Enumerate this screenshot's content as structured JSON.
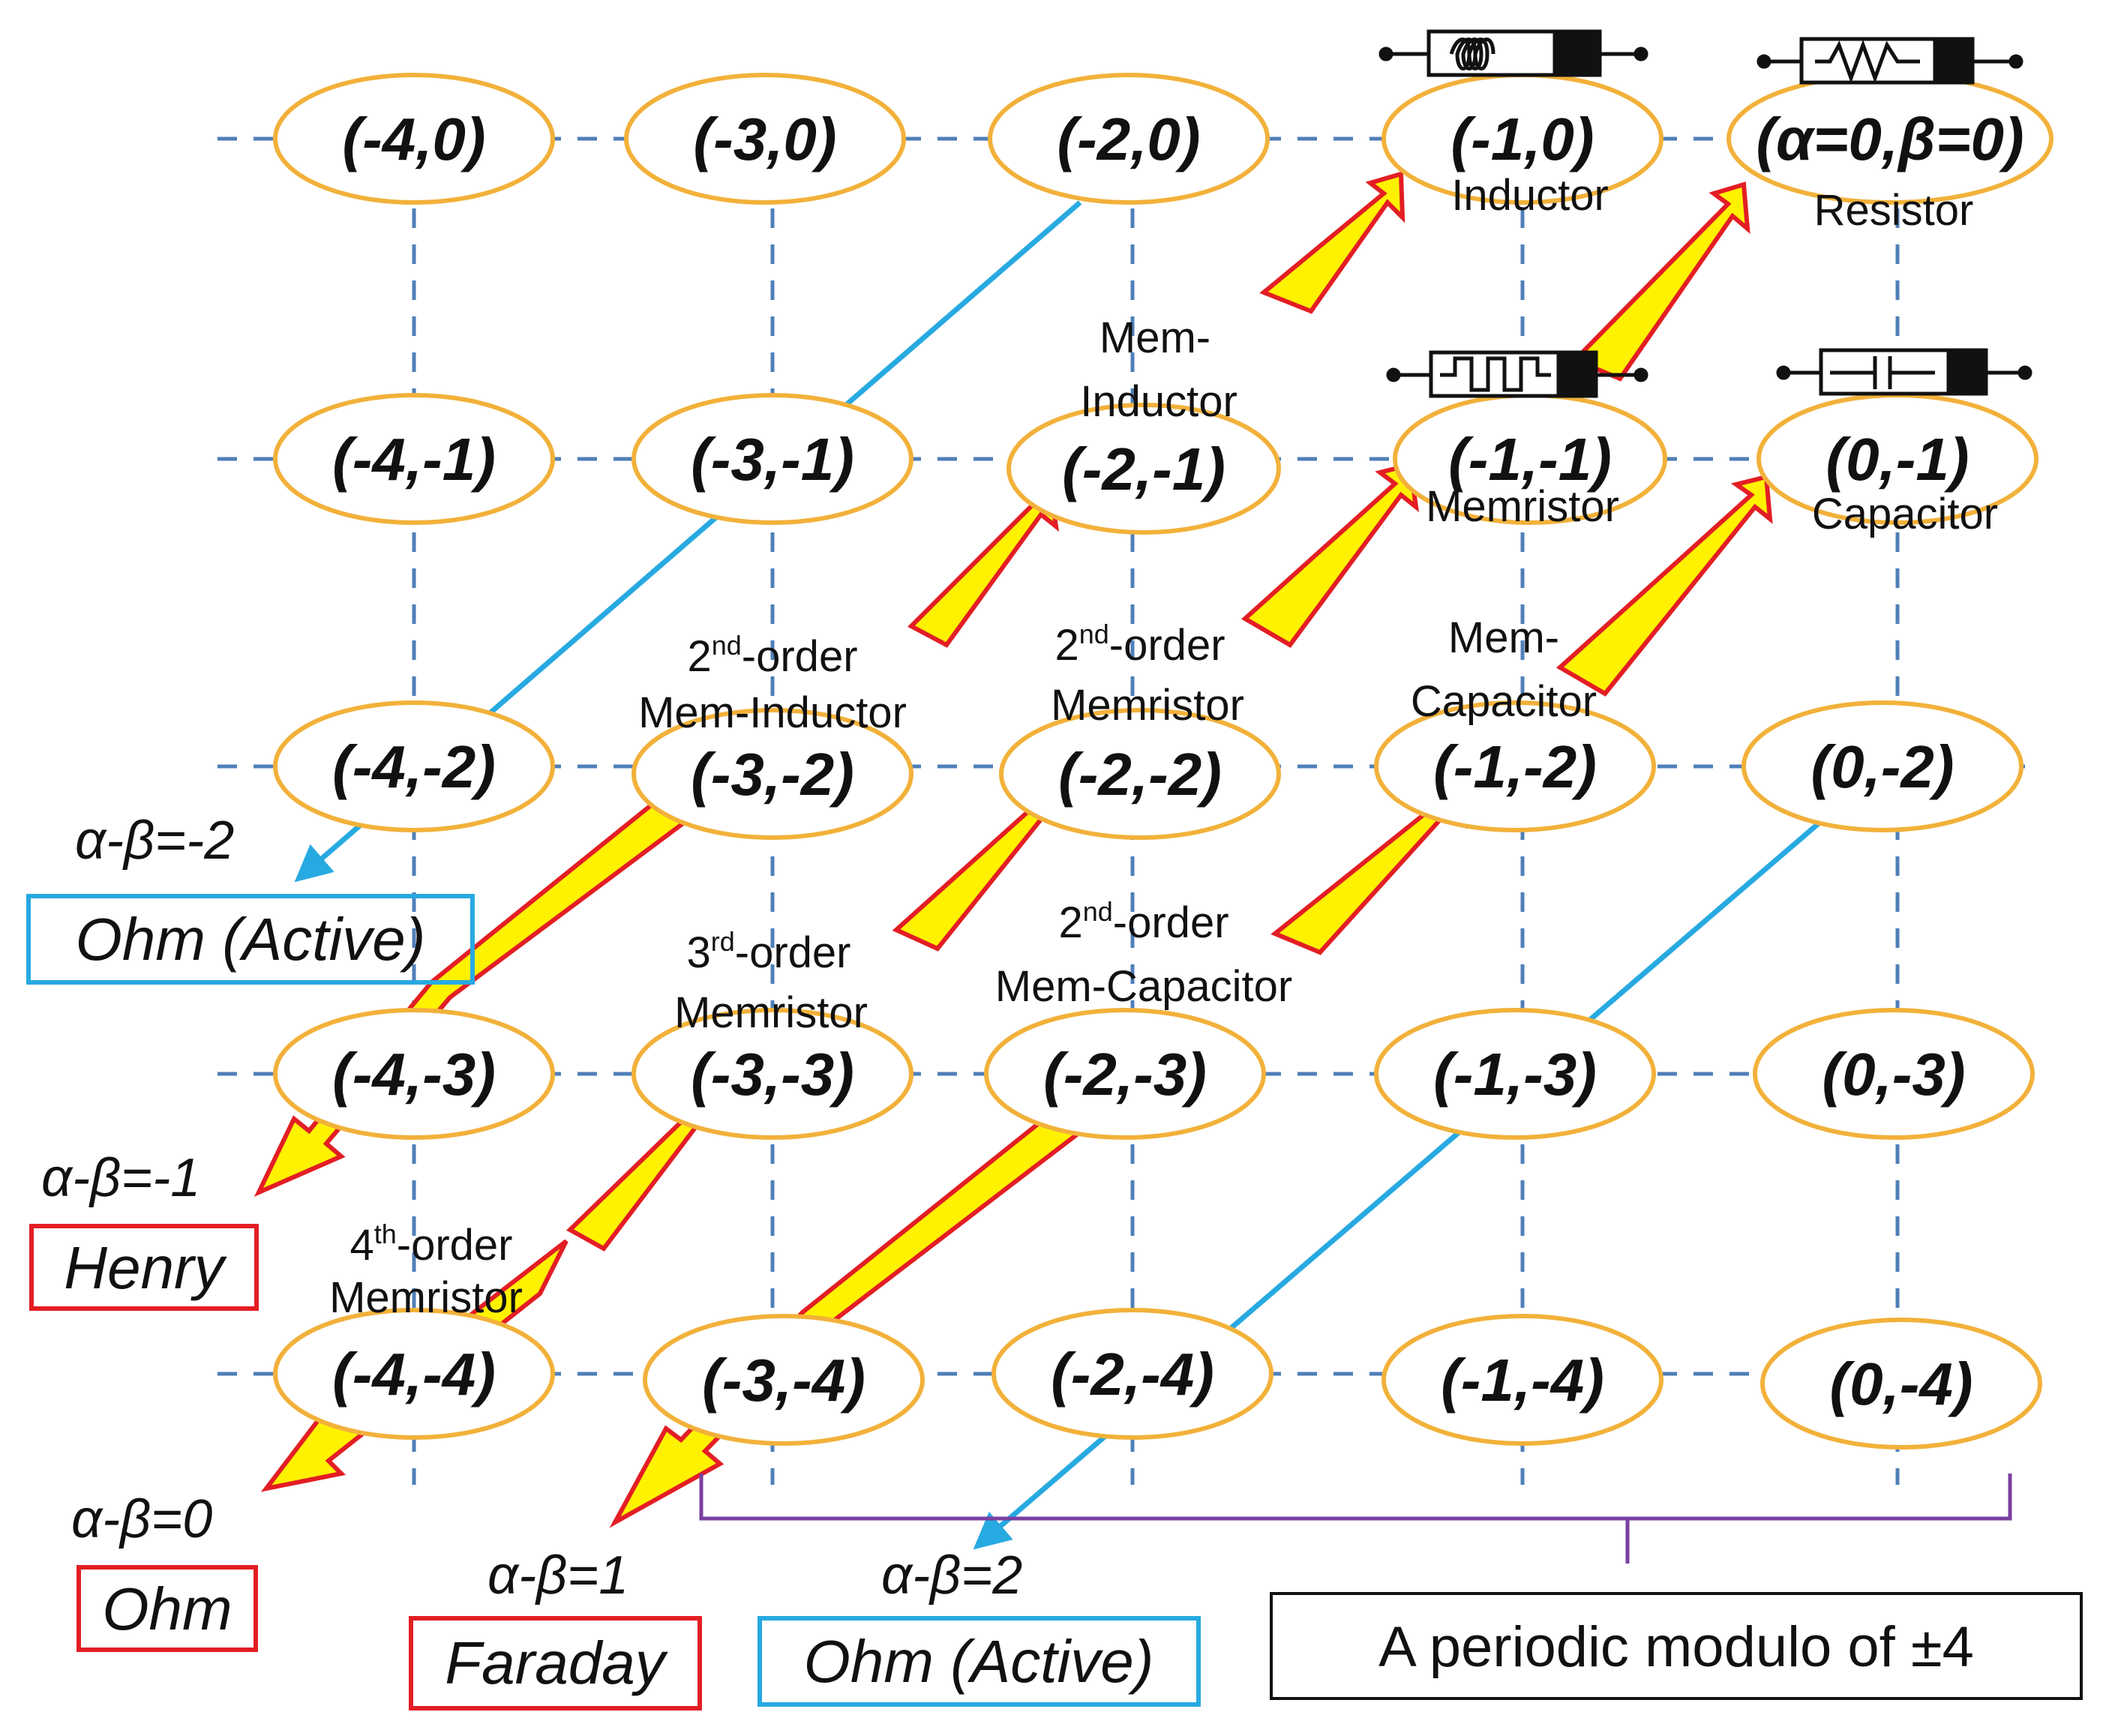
{
  "colors": {
    "ellipse_stroke": "#F2B13A",
    "grid_dash": "#4F7FB8",
    "blue_line": "#27A9E1",
    "arrow_fill": "#FFF200",
    "arrow_stroke": "#E31E24",
    "red_box": "#E31E24",
    "blue_box": "#27A9E1",
    "brace": "#7A3FA0",
    "black_box": "#111111"
  },
  "nodes": [
    {
      "id": "n-4-0",
      "label": "(-4,0)"
    },
    {
      "id": "n-3-0",
      "label": "(-3,0)"
    },
    {
      "id": "n-2-0",
      "label": "(-2,0)"
    },
    {
      "id": "n-1-0",
      "label": "(-1,0)"
    },
    {
      "id": "n00",
      "label": "(α=0,β=0)"
    },
    {
      "id": "n-4-1",
      "label": "(-4,-1)"
    },
    {
      "id": "n-3-1",
      "label": "(-3,-1)"
    },
    {
      "id": "n-2-1",
      "label": "(-2,-1)"
    },
    {
      "id": "n-1-1",
      "label": "(-1,-1)"
    },
    {
      "id": "n0-1",
      "label": "(0,-1)"
    },
    {
      "id": "n-4-2",
      "label": "(-4,-2)"
    },
    {
      "id": "n-3-2",
      "label": "(-3,-2)"
    },
    {
      "id": "n-2-2",
      "label": "(-2,-2)"
    },
    {
      "id": "n-1-2",
      "label": "(-1,-2)"
    },
    {
      "id": "n0-2",
      "label": "(0,-2)"
    },
    {
      "id": "n-4-3",
      "label": "(-4,-3)"
    },
    {
      "id": "n-3-3",
      "label": "(-3,-3)"
    },
    {
      "id": "n-2-3",
      "label": "(-2,-3)"
    },
    {
      "id": "n-1-3",
      "label": "(-1,-3)"
    },
    {
      "id": "n0-3",
      "label": "(0,-3)"
    },
    {
      "id": "n-4-4",
      "label": "(-4,-4)"
    },
    {
      "id": "n-3-4",
      "label": "(-3,-4)"
    },
    {
      "id": "n-2-4",
      "label": "(-2,-4)"
    },
    {
      "id": "n-1-4",
      "label": "(-1,-4)"
    },
    {
      "id": "n0-4",
      "label": "(0,-4)"
    }
  ],
  "captions": {
    "inductor": "Inductor",
    "resistor": "Resistor",
    "mem_inductor_1": "Mem-",
    "mem_inductor_2": "Inductor",
    "memristor": "Memristor",
    "capacitor": "Capacitor",
    "second_mem_inductor_1a": "2",
    "second_mem_inductor_1b": "nd",
    "second_mem_inductor_1c": "-order",
    "second_mem_inductor_2": "Mem-Inductor",
    "second_memristor_1a": "2",
    "second_memristor_1b": "nd",
    "second_memristor_1c": "-order",
    "second_memristor_2": "Memristor",
    "mem_capacitor_1": "Mem-",
    "mem_capacitor_2": "Capacitor",
    "third_memristor_1a": "3",
    "third_memristor_1b": "rd",
    "third_memristor_1c": "-order",
    "third_memristor_2": "Memristor",
    "second_mem_capacitor_1a": "2",
    "second_mem_capacitor_1b": "nd",
    "second_mem_capacitor_1c": "-order",
    "second_mem_capacitor_2": "Mem-Capacitor",
    "fourth_memristor_1a": "4",
    "fourth_memristor_1b": "th",
    "fourth_memristor_1c": "-order",
    "fourth_memristor_2": "Memristor"
  },
  "alphas": {
    "m2": "α-β=-2",
    "m1": "α-β=-1",
    "z": "α-β=0",
    "p1": "α-β=1",
    "p2": "α-β=2"
  },
  "boxes": {
    "ohm_active_left": "Ohm (Active)",
    "henry": "Henry",
    "ohm": "Ohm",
    "faraday": "Faraday",
    "ohm_active_bottom": "Ohm (Active)",
    "periodic": "A periodic modulo of ±4"
  },
  "icons": [
    "inductor-icon",
    "resistor-icon",
    "memristor-icon",
    "capacitor-icon"
  ]
}
